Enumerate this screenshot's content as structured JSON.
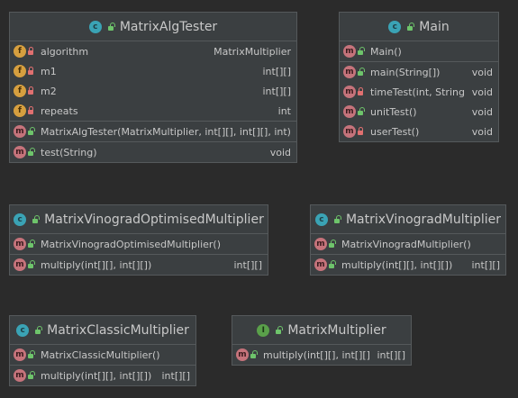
{
  "classes": {
    "matrix_alg_tester": {
      "name": "MatrixAlgTester",
      "fields": [
        {
          "name": "algorithm",
          "type": "MatrixMultiplier"
        },
        {
          "name": "m1",
          "type": "int[][]"
        },
        {
          "name": "m2",
          "type": "int[][]"
        },
        {
          "name": "repeats",
          "type": "int"
        }
      ],
      "constructors": [
        {
          "name": "MatrixAlgTester(MatrixMultiplier, int[][], int[][], int)",
          "type": ""
        }
      ],
      "methods": [
        {
          "name": "test(String)",
          "type": "void"
        }
      ]
    },
    "main": {
      "name": "Main",
      "constructors": [
        {
          "name": "Main()",
          "type": ""
        }
      ],
      "methods": [
        {
          "name": "main(String[])",
          "type": "void"
        },
        {
          "name": "timeTest(int, String)",
          "type": "void"
        },
        {
          "name": "unitTest()",
          "type": "void"
        },
        {
          "name": "userTest()",
          "type": "void"
        }
      ]
    },
    "vinograd_optimised": {
      "name": "MatrixVinogradOptimisedMultiplier",
      "constructors": [
        {
          "name": "MatrixVinogradOptimisedMultiplier()",
          "type": ""
        }
      ],
      "methods": [
        {
          "name": "multiply(int[][], int[][])",
          "type": "int[][]"
        }
      ]
    },
    "vinograd": {
      "name": "MatrixVinogradMultiplier",
      "constructors": [
        {
          "name": "MatrixVinogradMultiplier()",
          "type": ""
        }
      ],
      "methods": [
        {
          "name": "multiply(int[][], int[][])",
          "type": "int[][]"
        }
      ]
    },
    "classic": {
      "name": "MatrixClassicMultiplier",
      "constructors": [
        {
          "name": "MatrixClassicMultiplier()",
          "type": ""
        }
      ],
      "methods": [
        {
          "name": "multiply(int[][], int[][])",
          "type": "int[][]"
        }
      ]
    },
    "multiplier_interface": {
      "name": "MatrixMultiplier",
      "methods": [
        {
          "name": "multiply(int[][], int[][])",
          "type": "int[][]"
        }
      ]
    }
  },
  "icons": {
    "class": "c",
    "interface": "I",
    "method": "m",
    "field": "f"
  },
  "colors": {
    "background": "#2b2b2b",
    "class_icon": "#3aa3b5",
    "interface_icon": "#5aa04a",
    "method_icon": "#c5737b",
    "field_icon": "#d69f3f"
  }
}
